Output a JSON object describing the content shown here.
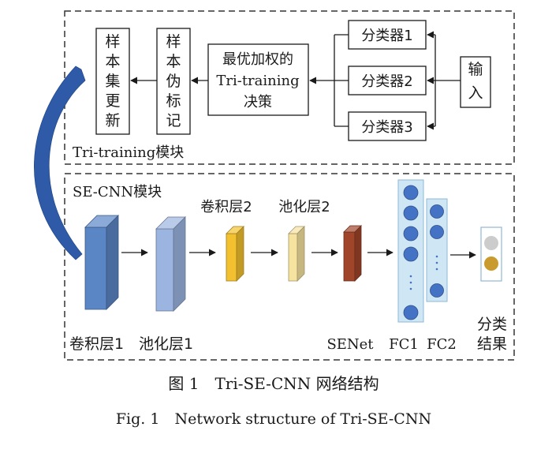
{
  "tri_module": {
    "label": "Tri-training模块",
    "input_label": "输入",
    "classifiers": [
      "分类器1",
      "分类器2",
      "分类器3"
    ],
    "decision_lines": [
      "最优加权的",
      "Tri-training",
      "决策"
    ],
    "pseudo_label_chars": [
      "样",
      "本",
      "伪",
      "标",
      "记"
    ],
    "sample_update_chars": [
      "样",
      "本",
      "集",
      "更",
      "新"
    ]
  },
  "se_module": {
    "label": "SE-CNN模块",
    "conv1_label": "卷积层1",
    "pool1_label": "池化层1",
    "conv2_label": "卷积层2",
    "pool2_label": "池化层2",
    "senet_label": "SENet",
    "fc1_label": "FC1",
    "fc2_label": "FC2",
    "result_lines": [
      "分类",
      "结果"
    ],
    "colors": {
      "conv1": "#5b86c6",
      "pool1": "#9bb5e0",
      "conv2": "#f3c12f",
      "pool2": "#f7e3a0",
      "senet": "#a0452a",
      "fc_panel": "#cfe6f5",
      "node": "#4472c4",
      "output_gray": "#cccccc",
      "output_gold": "#c99a2e",
      "curve": "#2f5aa8"
    }
  },
  "caption_cn": "图 1　Tri-SE-CNN 网络结构",
  "caption_en": "Fig. 1　Network structure of Tri-SE-CNN"
}
